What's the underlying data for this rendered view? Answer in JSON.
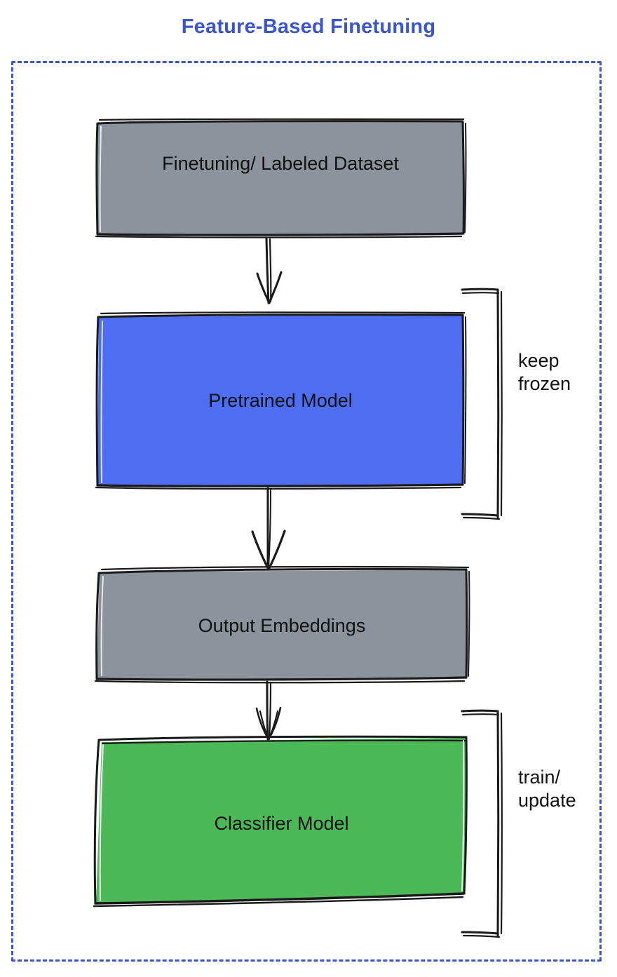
{
  "diagram": {
    "title": "Feature-Based Finetuning",
    "title_color": "#3b56cc",
    "frame": {
      "name": "dashed-frame",
      "border_color": "#3b56cc",
      "border_style": "dashed"
    },
    "nodes": [
      {
        "id": "dataset",
        "label": "Finetuning/ Labeled Dataset",
        "fill": "#8c939d",
        "stroke": "#1a1a1a",
        "text_color": "#111111",
        "label_valign": "top"
      },
      {
        "id": "pretrained",
        "label": "Pretrained Model",
        "fill": "#4d6df2",
        "stroke": "#1a1a1a",
        "text_color": "#111111",
        "label_valign": "middle"
      },
      {
        "id": "embeddings",
        "label": "Output Embeddings",
        "fill": "#8c939d",
        "stroke": "#1a1a1a",
        "text_color": "#111111",
        "label_valign": "middle"
      },
      {
        "id": "classifier",
        "label": "Classifier Model",
        "fill": "#4cb857",
        "stroke": "#1a1a1a",
        "text_color": "#111111",
        "label_valign": "middle"
      }
    ],
    "arrows": [
      {
        "id": "arrow-dataset-to-pretrained",
        "from": "dataset",
        "to": "pretrained"
      },
      {
        "id": "arrow-pretrained-to-embeddings",
        "from": "pretrained",
        "to": "embeddings"
      },
      {
        "id": "arrow-embeddings-to-classifier",
        "from": "embeddings",
        "to": "classifier"
      }
    ],
    "annotations": [
      {
        "id": "keep-frozen",
        "label": "keep\nfrozen",
        "targets": [
          "pretrained"
        ],
        "bracket": true
      },
      {
        "id": "train-update",
        "label": "train/\nupdate",
        "targets": [
          "classifier"
        ],
        "bracket": true
      }
    ]
  }
}
